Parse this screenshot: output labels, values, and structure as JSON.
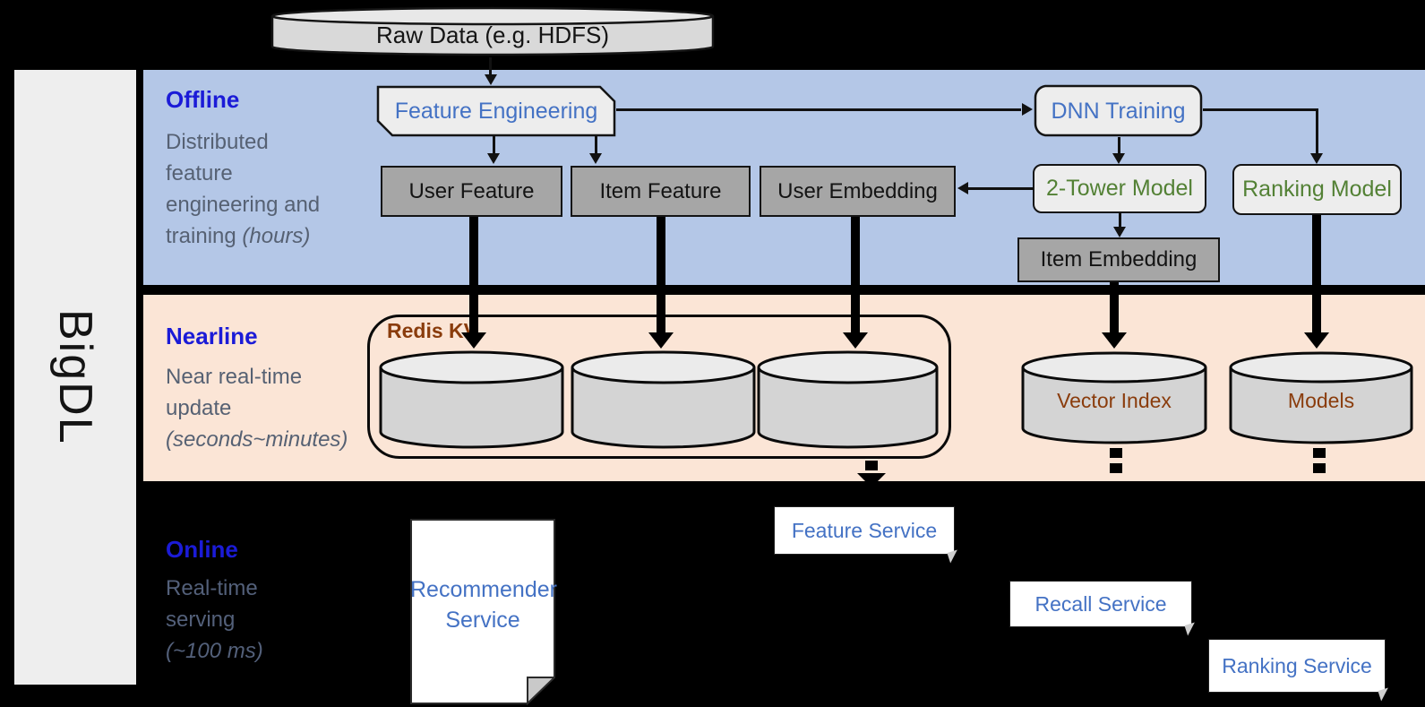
{
  "brand": "BigDL",
  "top": {
    "raw_data": "Raw Data (e.g. HDFS)"
  },
  "sections": {
    "offline": {
      "title": "Offline",
      "lines": [
        "Distributed",
        "feature",
        "engineering and",
        "training "
      ],
      "italic": "(hours)"
    },
    "nearline": {
      "title": "Nearline",
      "lines": [
        "Near real-time",
        "update"
      ],
      "italic": "(seconds~minutes)"
    },
    "online": {
      "title": "Online",
      "lines": [
        "Real-time",
        "serving"
      ],
      "italic": "(~100 ms)"
    }
  },
  "offline_nodes": {
    "feature_engineering": "Feature Engineering",
    "dnn_training": "DNN Training",
    "user_feature": "User Feature",
    "item_feature": "Item Feature",
    "user_embedding": "User Embedding",
    "two_tower_model": "2-Tower Model",
    "ranking_model": "Ranking Model",
    "item_embedding": "Item Embedding"
  },
  "nearline_nodes": {
    "redis_kv": "Redis KV",
    "vector_index": "Vector Index",
    "models": "Models"
  },
  "online_nodes": {
    "recommender_line1": "Recommender",
    "recommender_line2": "Service",
    "feature_service": "Feature Service",
    "recall_service": "Recall Service",
    "ranking_service": "Ranking Service"
  },
  "colors": {
    "offline_band": "#b4c7e7",
    "nearline_band": "#fbe5d6",
    "background": "#000000",
    "section_title_blue": "#1b1bd7",
    "desc_gray": "#566173",
    "node_blue": "#4472c4",
    "node_green": "#538135",
    "node_brown": "#8a3c0c",
    "dark_box": "#a6a6a6",
    "light_box": "#ededed",
    "cylinder": "#d4d4d4"
  }
}
